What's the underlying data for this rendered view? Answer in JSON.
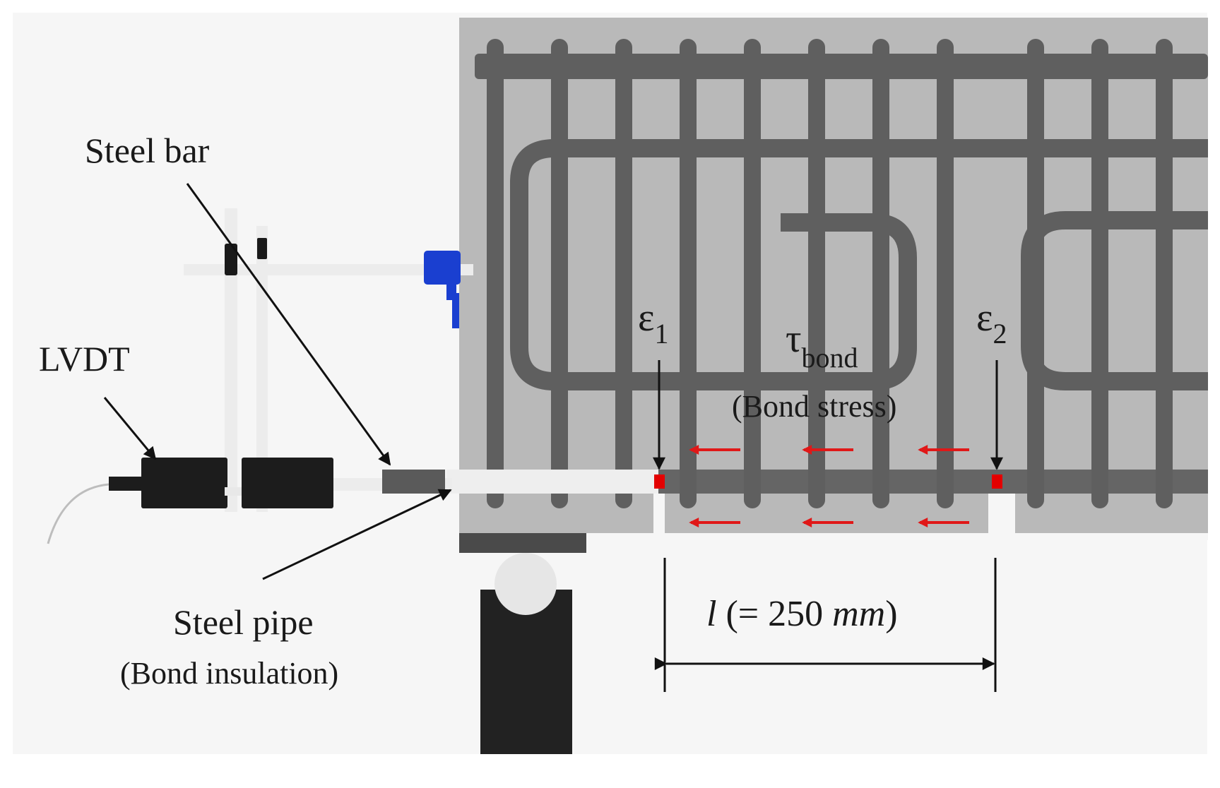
{
  "labels": {
    "steel_bar": "Steel bar",
    "lvdt": "LVDT",
    "steel_pipe": "Steel pipe",
    "bond_insulation": "(Bond insulation)",
    "eps_sym": "ε",
    "eps1_sub": "1",
    "eps2_sub": "2",
    "tau_sym": "τ",
    "tau_sub": "bond",
    "bond_stress": "(Bond stress)",
    "length_var": "l",
    "length_eq": " (= 250 ",
    "length_unit": "mm",
    "length_close": ")"
  },
  "colors": {
    "page": "#ffffff",
    "background": "#f6f6f6",
    "concrete": "#b9b9b9",
    "rebar": "#5f5f5f",
    "gauge": "#e30000",
    "arrow": "#e01818",
    "lvdt_body": "#1c1c1c",
    "clamp": "#1a3fd0",
    "support": "#222222"
  }
}
